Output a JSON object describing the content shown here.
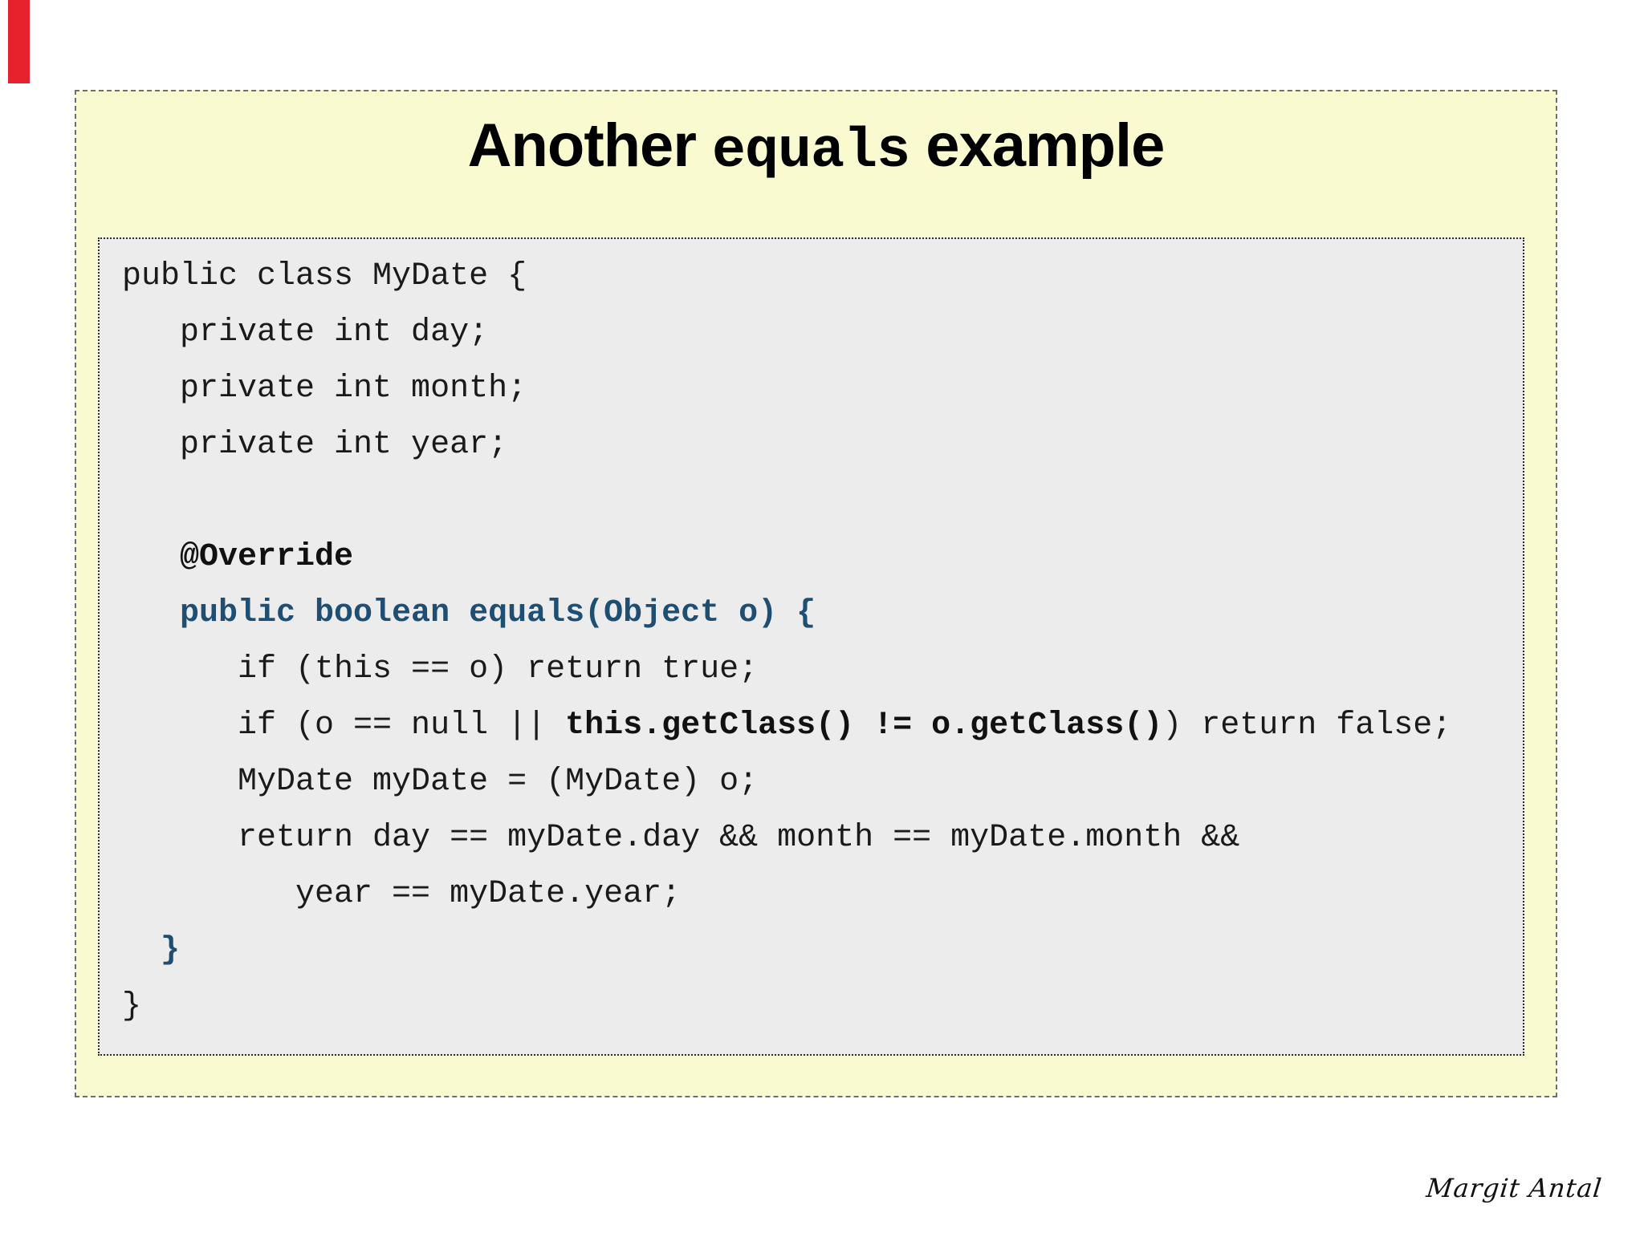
{
  "slide": {
    "title": {
      "prefix": "Another ",
      "mono": "equals",
      "suffix": " example"
    },
    "code": {
      "lines": [
        {
          "segments": [
            {
              "s": "p",
              "t": "public class MyDate {"
            }
          ]
        },
        {
          "segments": [
            {
              "s": "p",
              "t": "   private int day;"
            }
          ]
        },
        {
          "segments": [
            {
              "s": "p",
              "t": "   private int month;"
            }
          ]
        },
        {
          "segments": [
            {
              "s": "p",
              "t": "   private int year;"
            }
          ]
        },
        {
          "segments": [
            {
              "s": "p",
              "t": ""
            }
          ]
        },
        {
          "segments": [
            {
              "s": "b",
              "t": "   @Override"
            }
          ]
        },
        {
          "segments": [
            {
              "s": "kb",
              "t": "   public boolean equals(Object o) {"
            }
          ]
        },
        {
          "segments": [
            {
              "s": "p",
              "t": "      if (this == o) return true;"
            }
          ]
        },
        {
          "segments": [
            {
              "s": "p",
              "t": "      if (o == null || "
            },
            {
              "s": "b",
              "t": "this.getClass() != o.getClass()"
            },
            {
              "s": "p",
              "t": ") return false;"
            }
          ]
        },
        {
          "segments": [
            {
              "s": "p",
              "t": "      MyDate myDate = (MyDate) o;"
            }
          ]
        },
        {
          "segments": [
            {
              "s": "p",
              "t": "      return day == myDate.day && month == myDate.month &&"
            }
          ]
        },
        {
          "segments": [
            {
              "s": "p",
              "t": "         year == myDate.year;"
            }
          ]
        },
        {
          "segments": [
            {
              "s": "kb",
              "t": "  }"
            }
          ]
        },
        {
          "segments": [
            {
              "s": "p",
              "t": "}"
            }
          ]
        }
      ]
    },
    "signature": "Margit Antal"
  },
  "colors": {
    "slide_background": "#fafad1",
    "code_background": "#ececec",
    "keyword_blue": "#1f4e73",
    "marker_red": "#e8222c",
    "text": "#1a1a1a"
  }
}
